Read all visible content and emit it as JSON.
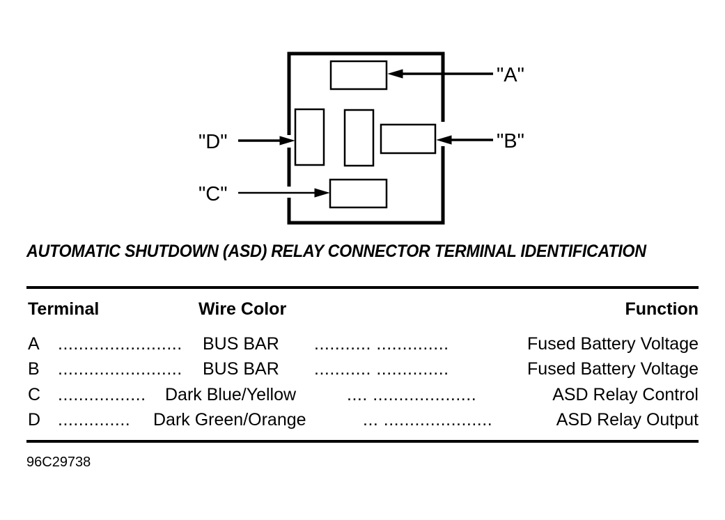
{
  "diagram": {
    "terminal_labels": [
      "\"A\"",
      "\"B\"",
      "\"C\"",
      "\"D\""
    ]
  },
  "title": "AUTOMATIC SHUTDOWN (ASD) RELAY CONNECTOR TERMINAL IDENTIFICATION",
  "table": {
    "headers": {
      "terminal": "Terminal",
      "wire_color": "Wire Color",
      "function": "Function"
    },
    "rows": [
      {
        "terminal": "A",
        "dots1": "........................",
        "wire_color": "BUS BAR",
        "dots2": "........... ..............",
        "function": "Fused Battery Voltage"
      },
      {
        "terminal": "B",
        "dots1": "........................",
        "wire_color": "BUS BAR",
        "dots2": "........... ..............",
        "function": "Fused Battery Voltage"
      },
      {
        "terminal": "C",
        "dots1": ".................",
        "wire_color": "Dark Blue/Yellow",
        "dots2": ".... ....................",
        "function": "ASD Relay Control"
      },
      {
        "terminal": "D",
        "dots1": "..............",
        "wire_color": "Dark Green/Orange",
        "dots2": "... .....................",
        "function": "ASD Relay Output"
      }
    ]
  },
  "figure_code": "96C29738"
}
